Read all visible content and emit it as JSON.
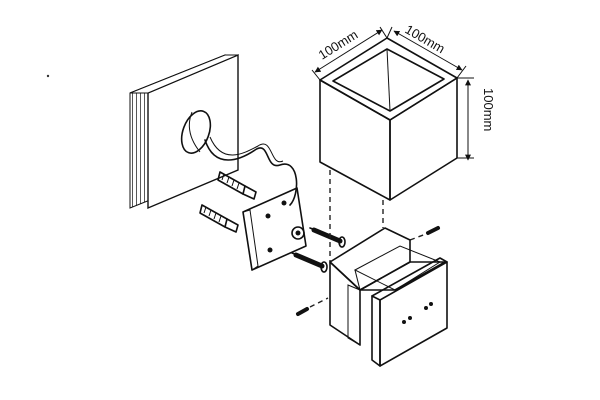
{
  "dimensions": {
    "width_top_left": "100mm",
    "width_top_right": "100mm",
    "height_right": "100mm"
  }
}
